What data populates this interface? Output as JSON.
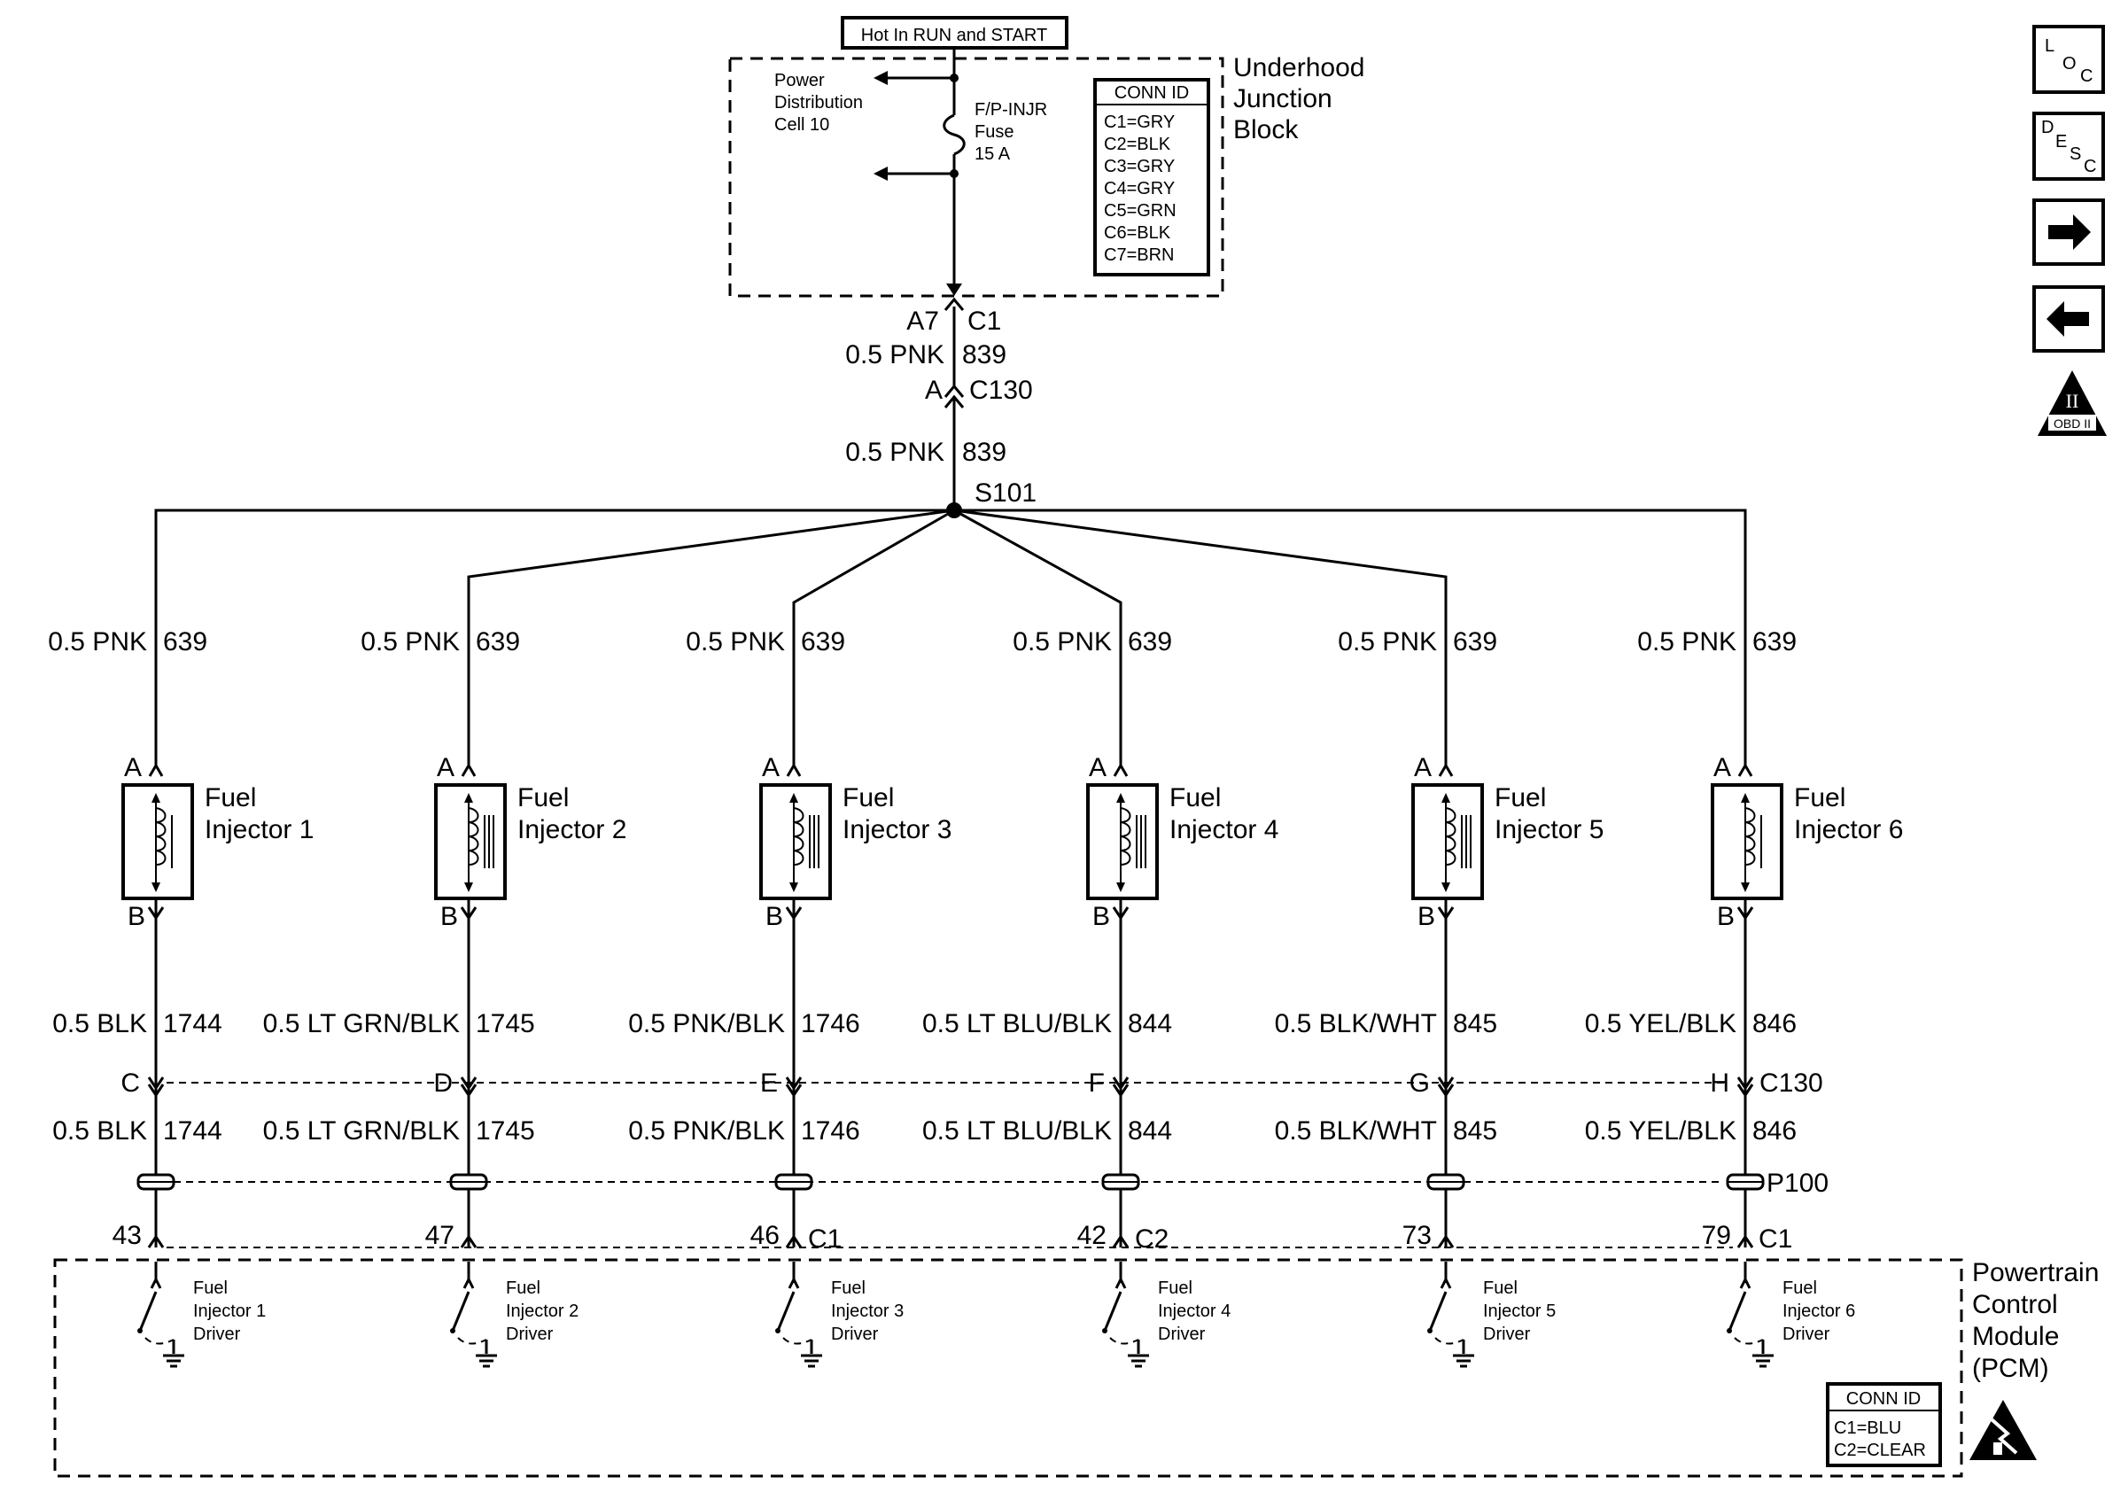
{
  "header": {
    "hot_label": "Hot In RUN and START"
  },
  "junction_block": {
    "name_lines": [
      "Underhood",
      "Junction",
      "Block"
    ],
    "power_dist_lines": [
      "Power",
      "Distribution",
      "Cell 10"
    ],
    "fuse_lines": [
      "F/P-INJR",
      "Fuse",
      "15 A"
    ],
    "conn_id": {
      "title": "CONN ID",
      "items": [
        "C1=GRY",
        "C2=BLK",
        "C3=GRY",
        "C4=GRY",
        "C5=GRN",
        "C6=BLK",
        "C7=BRN"
      ]
    }
  },
  "feed": {
    "pin_left": "A7",
    "pin_right": "C1",
    "wire1_gauge": "0.5 PNK",
    "wire1_circuit": "839",
    "c130_pin": "A",
    "c130_label": "C130",
    "wire2_gauge": "0.5 PNK",
    "wire2_circuit": "839",
    "splice": "S101"
  },
  "injectors": [
    {
      "top_gauge": "0.5 PNK",
      "top_circuit": "639",
      "pin_a": "A",
      "pin_b": "B",
      "name1": "Fuel",
      "name2": "Injector 1",
      "bot_gauge": "0.5 BLK",
      "bot_circuit": "1744",
      "c130_pin": "C",
      "pcm_pin": "43",
      "driver": [
        "Fuel",
        "Injector 1",
        "Driver"
      ]
    },
    {
      "top_gauge": "0.5 PNK",
      "top_circuit": "639",
      "pin_a": "A",
      "pin_b": "B",
      "name1": "Fuel",
      "name2": "Injector 2",
      "bot_gauge": "0.5 LT GRN/BLK",
      "bot_circuit": "1745",
      "c130_pin": "D",
      "pcm_pin": "47",
      "driver": [
        "Fuel",
        "Injector 2",
        "Driver"
      ]
    },
    {
      "top_gauge": "0.5 PNK",
      "top_circuit": "639",
      "pin_a": "A",
      "pin_b": "B",
      "name1": "Fuel",
      "name2": "Injector 3",
      "bot_gauge": "0.5 PNK/BLK",
      "bot_circuit": "1746",
      "c130_pin": "E",
      "pcm_pin": "46",
      "driver": [
        "Fuel",
        "Injector 3",
        "Driver"
      ]
    },
    {
      "top_gauge": "0.5 PNK",
      "top_circuit": "639",
      "pin_a": "A",
      "pin_b": "B",
      "name1": "Fuel",
      "name2": "Injector 4",
      "bot_gauge": "0.5 LT BLU/BLK",
      "bot_circuit": "844",
      "c130_pin": "F",
      "pcm_pin": "42",
      "driver": [
        "Fuel",
        "Injector 4",
        "Driver"
      ]
    },
    {
      "top_gauge": "0.5 PNK",
      "top_circuit": "639",
      "pin_a": "A",
      "pin_b": "B",
      "name1": "Fuel",
      "name2": "Injector 5",
      "bot_gauge": "0.5 BLK/WHT",
      "bot_circuit": "845",
      "c130_pin": "G",
      "pcm_pin": "73",
      "driver": [
        "Fuel",
        "Injector 5",
        "Driver"
      ]
    },
    {
      "top_gauge": "0.5 PNK",
      "top_circuit": "639",
      "pin_a": "A",
      "pin_b": "B",
      "name1": "Fuel",
      "name2": "Injector 6",
      "bot_gauge": "0.5 YEL/BLK",
      "bot_circuit": "846",
      "c130_pin": "H",
      "pcm_pin": "79",
      "driver": [
        "Fuel",
        "Injector 6",
        "Driver"
      ]
    }
  ],
  "connectors": {
    "c130_label": "C130",
    "p100_label": "P100",
    "pcm_conn_3": "C1",
    "pcm_conn_4": "C2",
    "pcm_conn_6": "C1"
  },
  "pcm": {
    "name_lines": [
      "Powertrain",
      "Control",
      "Module",
      "(PCM)"
    ],
    "conn_id": {
      "title": "CONN ID",
      "items": [
        "C1=BLU",
        "C2=CLEAR"
      ]
    }
  },
  "sidebar": {
    "loc": {
      "L": "L",
      "O": "O",
      "C": "C"
    },
    "desc": {
      "D": "D",
      "E": "E",
      "S": "S",
      "C": "C"
    },
    "obd": {
      "roman": "II",
      "label": "OBD II"
    }
  }
}
